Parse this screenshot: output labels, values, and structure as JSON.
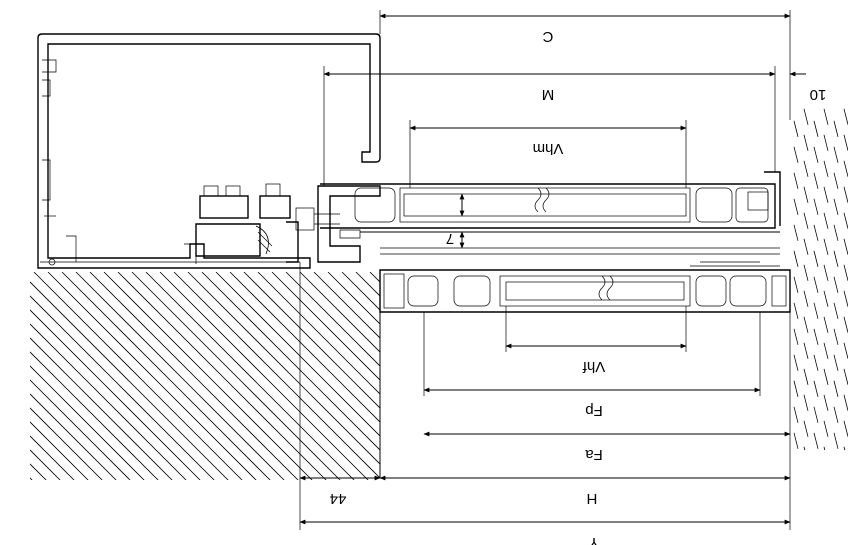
{
  "dimension_labels": {
    "C": "C",
    "M": "M",
    "ten": "10",
    "Vhm": "Vhm",
    "seven": "7",
    "Vhf": "Vhf",
    "Fp": "Fp",
    "Fa": "Fa",
    "H": "H",
    "fortyfour": "44",
    "Y": "Y"
  },
  "colors": {
    "line": "#000000",
    "background": "#ffffff"
  }
}
